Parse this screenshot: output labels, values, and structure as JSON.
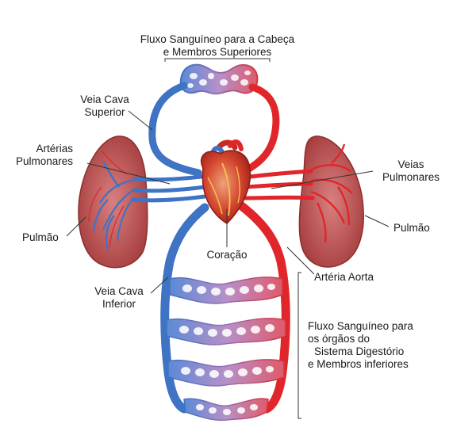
{
  "labels": {
    "head_flow": [
      "Fluxo Sanguíneo para a Cabeça",
      "e Membros Superiores"
    ],
    "vena_cava_superior": [
      "Veia Cava",
      "Superior"
    ],
    "pulmonary_arteries": [
      "Artérias",
      "Pulmonares"
    ],
    "lung_left": "Pulmão",
    "pulmonary_veins": [
      "Veias",
      "Pulmonares"
    ],
    "lung_right": "Pulmão",
    "heart": "Coração",
    "aorta": "Artéria Aorta",
    "vena_cava_inferior": [
      "Veia Cava",
      "Inferior"
    ],
    "organ_flow": [
      "Fluxo Sanguíneo para",
      "os órgãos do",
      "Sistema Digestório",
      "e Membros inferiores"
    ]
  },
  "colors": {
    "venous_blue": "#3f73c4",
    "arterial_red": "#e0262b",
    "lung_tissue": "#b84a4a",
    "heart_red": "#c8281e",
    "capillary_purple": "#9a78b8",
    "leader_line": "#333333"
  }
}
